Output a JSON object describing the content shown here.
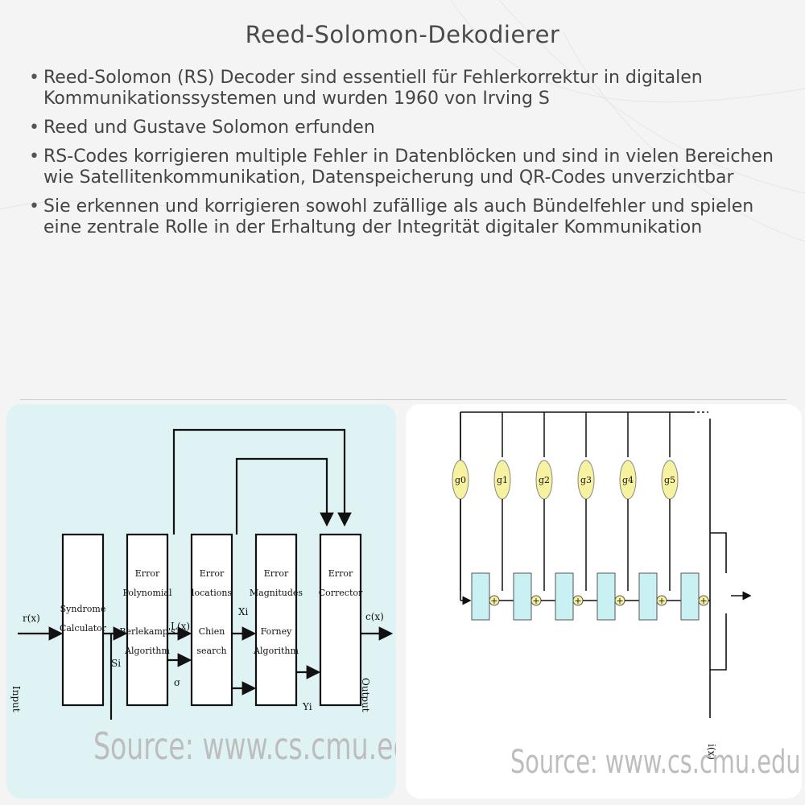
{
  "title": "Reed-Solomon-Dekodierer",
  "bullets": [
    "Reed-Solomon (RS) Decoder sind essentiell für Fehlerkorrektur in digitalen Kommunikationssystemen und wurden 1960 von Irving S",
    "Reed und Gustave Solomon erfunden",
    "RS-Codes korrigieren multiple Fehler in Datenblöcken und sind in vielen Bereichen wie Satellitenkommunikation, Datenspeicherung und QR-Codes unverzichtbar",
    "Sie erkennen und korrigieren sowohl zufällige als auch Bündelfehler und spielen eine zentrale Rolle in der Erhaltung der Integrität digitaler Kommunikation"
  ],
  "left_diagram": {
    "input_signal": "r(x)",
    "input_label": "Input",
    "output_signal": "c(x)",
    "output_label": "Output",
    "syndrome_block": [
      "Syndrome",
      "Calculator"
    ],
    "syndrome_out": "Si",
    "poly_block": [
      "Error",
      "Polynomial",
      "",
      "Berlekamp's",
      "Algorithm"
    ],
    "poly_out": "L(x)",
    "sigma": "σ",
    "loc_block": [
      "Error",
      "locations",
      "",
      "Chien",
      "search"
    ],
    "loc_out": "Xi",
    "mag_block": [
      "Error",
      "Magnitudes",
      "",
      "Forney",
      "Algorithm"
    ],
    "mag_out": "Yi",
    "corr_block": [
      "Error",
      "Corrector"
    ],
    "watermark": "Source: www.cs.cmu.edu"
  },
  "right_diagram": {
    "coefficients": [
      "g0",
      "g1",
      "g2",
      "g3",
      "g4",
      "g5"
    ],
    "bottom_label": "i(x)",
    "watermark": "Source: www.cs.cmu.edu"
  },
  "colors": {
    "left_panel_bg": "#dff3f5",
    "coef_fill": "#f7f2a0",
    "register_fill": "#c9f0f2"
  }
}
